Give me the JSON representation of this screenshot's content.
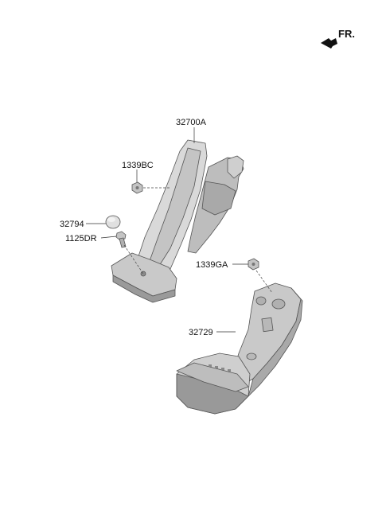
{
  "direction": {
    "label": "FR.",
    "icon": "front-direction-arrow-icon"
  },
  "callouts": [
    {
      "id": "pedal",
      "label": "32700A"
    },
    {
      "id": "nut-top",
      "label": "1339BC"
    },
    {
      "id": "stopper",
      "label": "32794"
    },
    {
      "id": "bolt",
      "label": "1125DR"
    },
    {
      "id": "nut-lower",
      "label": "1339GA"
    },
    {
      "id": "bracket",
      "label": "32729"
    }
  ],
  "colors": {
    "part_fill": "#d9d9d9",
    "part_shade": "#a9a9a9",
    "part_dark": "#8c8c8c",
    "line": "#333333"
  }
}
